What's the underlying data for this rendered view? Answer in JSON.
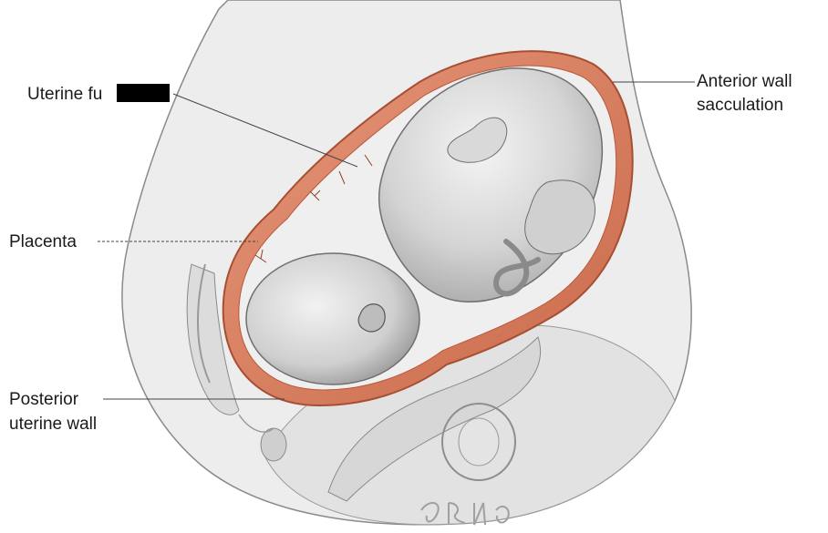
{
  "figure": {
    "labels": {
      "uterine_fundus": "Uterine fu",
      "anterior_wall_line1": "Anterior wall",
      "anterior_wall_line2": "sacculation",
      "placenta": "Placenta",
      "posterior_line1": "Posterior",
      "posterior_line2": "uterine wall"
    },
    "signature": "Sena",
    "colors": {
      "uterine_wall": "#d9825f",
      "uterine_wall_dark": "#b9573a",
      "fetus": "#d6d6d6",
      "body_fill": "#ececec",
      "outline": "#7a7a7a",
      "leader": "#444444"
    }
  }
}
